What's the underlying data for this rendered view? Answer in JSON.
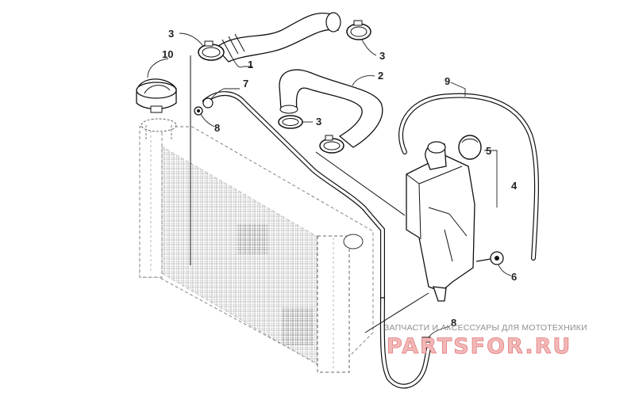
{
  "callouts": {
    "c1": "1",
    "c2": "2",
    "c3a": "3",
    "c3b": "3",
    "c3c": "3",
    "c4": "4",
    "c5": "5",
    "c6": "6",
    "c7": "7",
    "c8a": "8",
    "c8b": "8",
    "c9": "9",
    "c10": "10"
  },
  "watermark": {
    "subtitle": "ЗАПЧАСТИ И АКСЕССУАРЫ ДЛЯ МОТОТЕХНИКИ",
    "brand": "PARTSFOR.RU",
    "color": "#e27b7b"
  }
}
